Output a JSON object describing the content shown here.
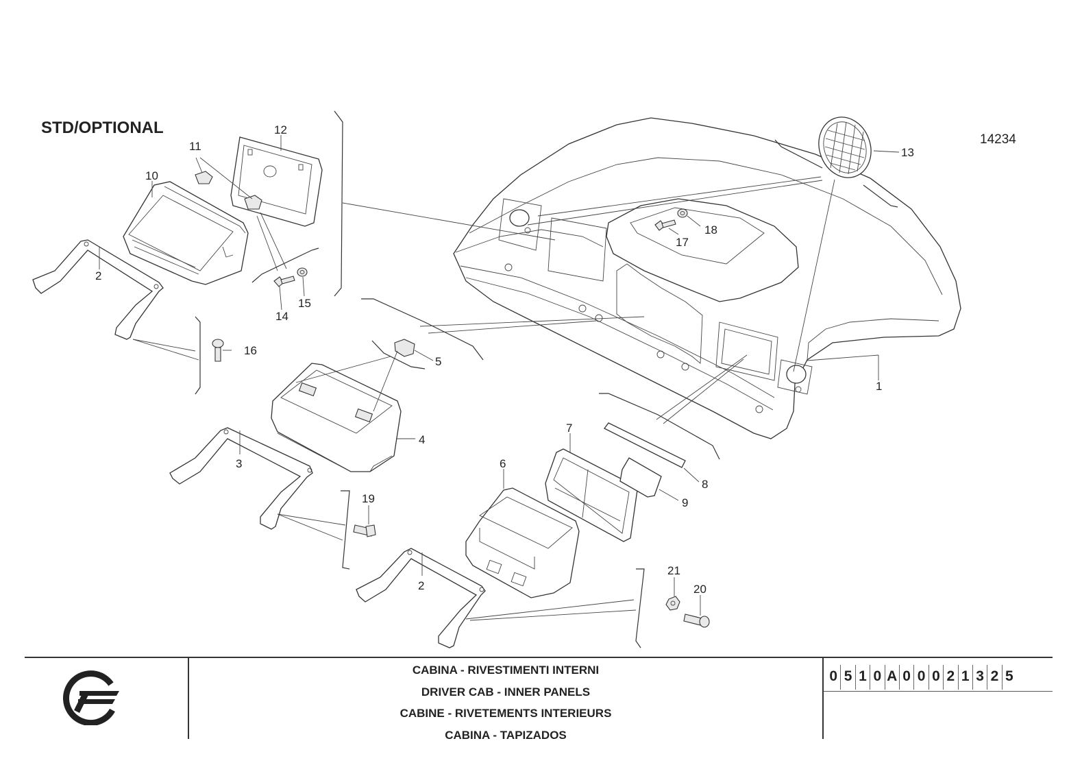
{
  "header": {
    "variant_label": "STD/OPTIONAL",
    "drawing_number": "14234"
  },
  "callouts": [
    "1",
    "2",
    "2",
    "3",
    "4",
    "5",
    "6",
    "7",
    "8",
    "9",
    "10",
    "11",
    "12",
    "13",
    "14",
    "15",
    "16",
    "17",
    "18",
    "19",
    "20",
    "21"
  ],
  "title_block": {
    "title_it": "CABINA - RIVESTIMENTI INTERNI",
    "title_en": "DRIVER CAB - INNER PANELS",
    "title_fr": "CABINE - RIVETEMENTS INTERIEURS",
    "title_es": "CABINA - TAPIZADOS",
    "part_code_chars": [
      "0",
      "5",
      "1",
      "0",
      "A",
      "0",
      "0",
      "0",
      "2",
      "1",
      "3",
      "2",
      "5"
    ]
  }
}
